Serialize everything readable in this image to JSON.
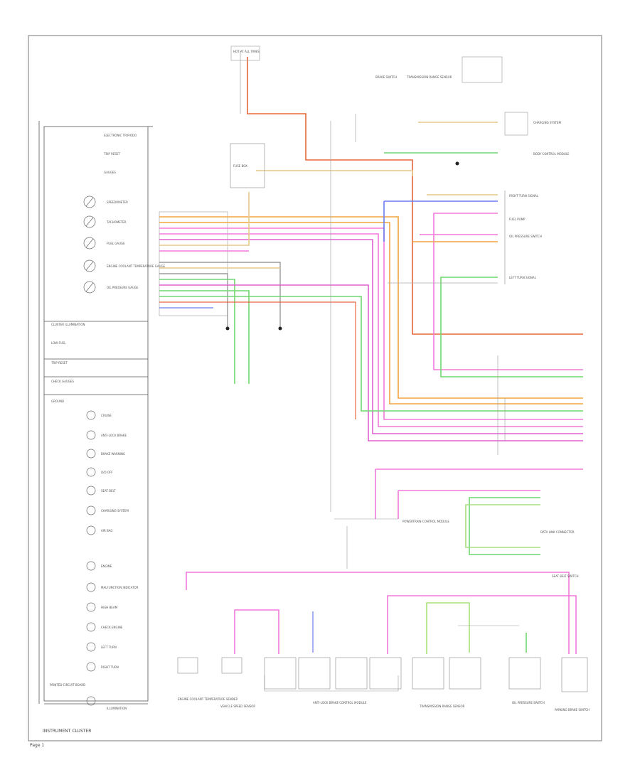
{
  "diagram": {
    "title": "INSTRUMENT CLUSTER",
    "page_label": "Page 1",
    "cluster": {
      "top_labels": [
        "ELECTRONIC TRIP/ODO",
        "TRIP RESET",
        "GAUGES"
      ],
      "gauges": [
        "SPEEDOMETER",
        "TACHOMETER",
        "FUEL GAUGE",
        "ENGINE COOLANT TEMPERATURE GAUGE",
        "OIL PRESSURE GAUGE"
      ],
      "side_labels": [
        "CLUSTER ILLUMINATION",
        "LOW FUEL",
        "TRIP RESET",
        "CHECK GAUGES",
        "GROUND"
      ],
      "indicators": [
        "CRUISE",
        "ANTI-LOCK BRAKE",
        "BRAKE WARNING",
        "O/D OFF",
        "SEAT BELT",
        "CHARGING SYSTEM",
        "AIR BAG",
        "ENGINE",
        "MALFUNCTION INDICATOR",
        "HIGH BEAM",
        "CHECK ENGINE",
        "LEFT TURN",
        "RIGHT TURN"
      ],
      "bottom_labels": [
        "PRINTED CIRCUIT BOARD",
        "ILLUMINATION"
      ]
    },
    "top_components": [
      "HOT AT ALL TIMES",
      "FUSE BOX",
      "BRAKE SWITCH",
      "TRANSMISSION RANGE SENSOR"
    ],
    "right_connectors": [
      "CHARGING SYSTEM",
      "BODY CONTROL MODULE",
      "RIGHT TURN SIGNAL",
      "LEFT TURN SIGNAL",
      "FUEL PUMP",
      "OIL PRESSURE SWITCH"
    ],
    "center_labels": [
      "POWERTRAIN CONTROL MODULE",
      "DATA LINK CONNECTOR",
      "SEAT BELT SWITCH"
    ],
    "bottom_components": [
      "ENGINE COOLANT TEMPERATURE SENDER",
      "VEHICLE SPEED SENSOR",
      "ANTI-LOCK BRAKE CONTROL MODULE",
      "TRANSMISSION RANGE SENSOR",
      "OIL PRESSURE SWITCH",
      "PARKING BRAKE SWITCH"
    ],
    "wire_colors": {
      "orange": "#f2a540",
      "tan": "#e6c98a",
      "pink": "#f07adc",
      "magenta": "#e060d0",
      "green": "#6fd66f",
      "light_green": "#a8e07a",
      "blue": "#6a7cf0",
      "red_orange": "#e8663a",
      "grey": "#888888",
      "black": "#222222"
    }
  }
}
